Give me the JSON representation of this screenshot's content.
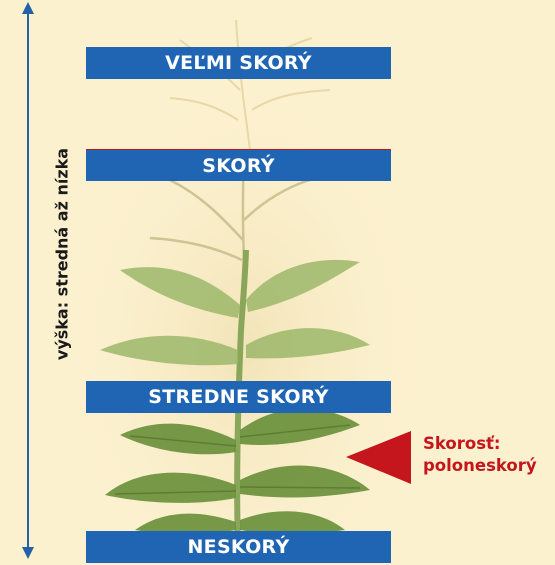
{
  "axis": {
    "label": "výška: stredná až nízka"
  },
  "maturity_levels": [
    {
      "label": "VEĽMI SKORÝ"
    },
    {
      "label": "SKORÝ"
    },
    {
      "label": "STREDNE SKORÝ"
    },
    {
      "label": "NESKORÝ"
    }
  ],
  "callout": {
    "line1": "Skorosť:",
    "line2": "poloneskorý"
  },
  "colors": {
    "band": "#1f65b3",
    "accent_red": "#c4161c",
    "background": "#fcf1cf",
    "plant": "#7a9a4a"
  }
}
